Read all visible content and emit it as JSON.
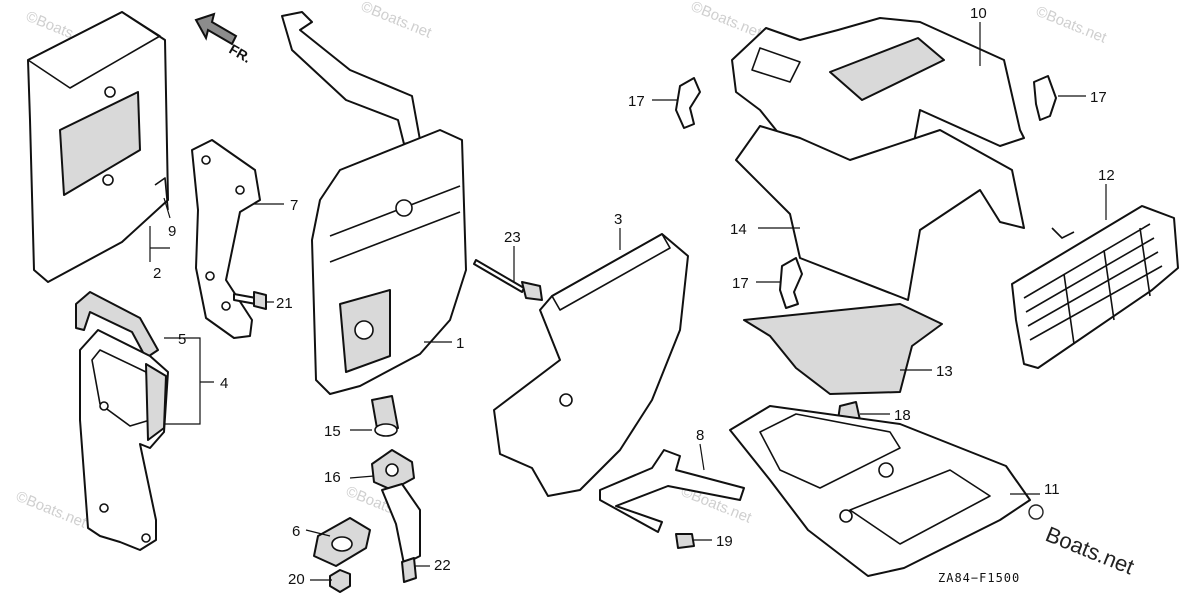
{
  "diagram": {
    "direction_label": "FR.",
    "drawing_code": "ZA84−F1500",
    "brand": "Boats.net",
    "watermark": "©Boats.net",
    "callouts": {
      "c1": "1",
      "c2": "2",
      "c3": "3",
      "c4": "4",
      "c5": "5",
      "c6": "6",
      "c7": "7",
      "c8": "8",
      "c9": "9",
      "c10": "10",
      "c11": "11",
      "c12": "12",
      "c13": "13",
      "c14": "14",
      "c15": "15",
      "c16": "16",
      "c17a": "17",
      "c17b": "17",
      "c17c": "17",
      "c18": "18",
      "c19": "19",
      "c20": "20",
      "c21": "21",
      "c22": "22",
      "c23": "23"
    }
  },
  "colors": {
    "line": "#111111",
    "background": "#ffffff",
    "watermark": "#cfcfcf"
  }
}
